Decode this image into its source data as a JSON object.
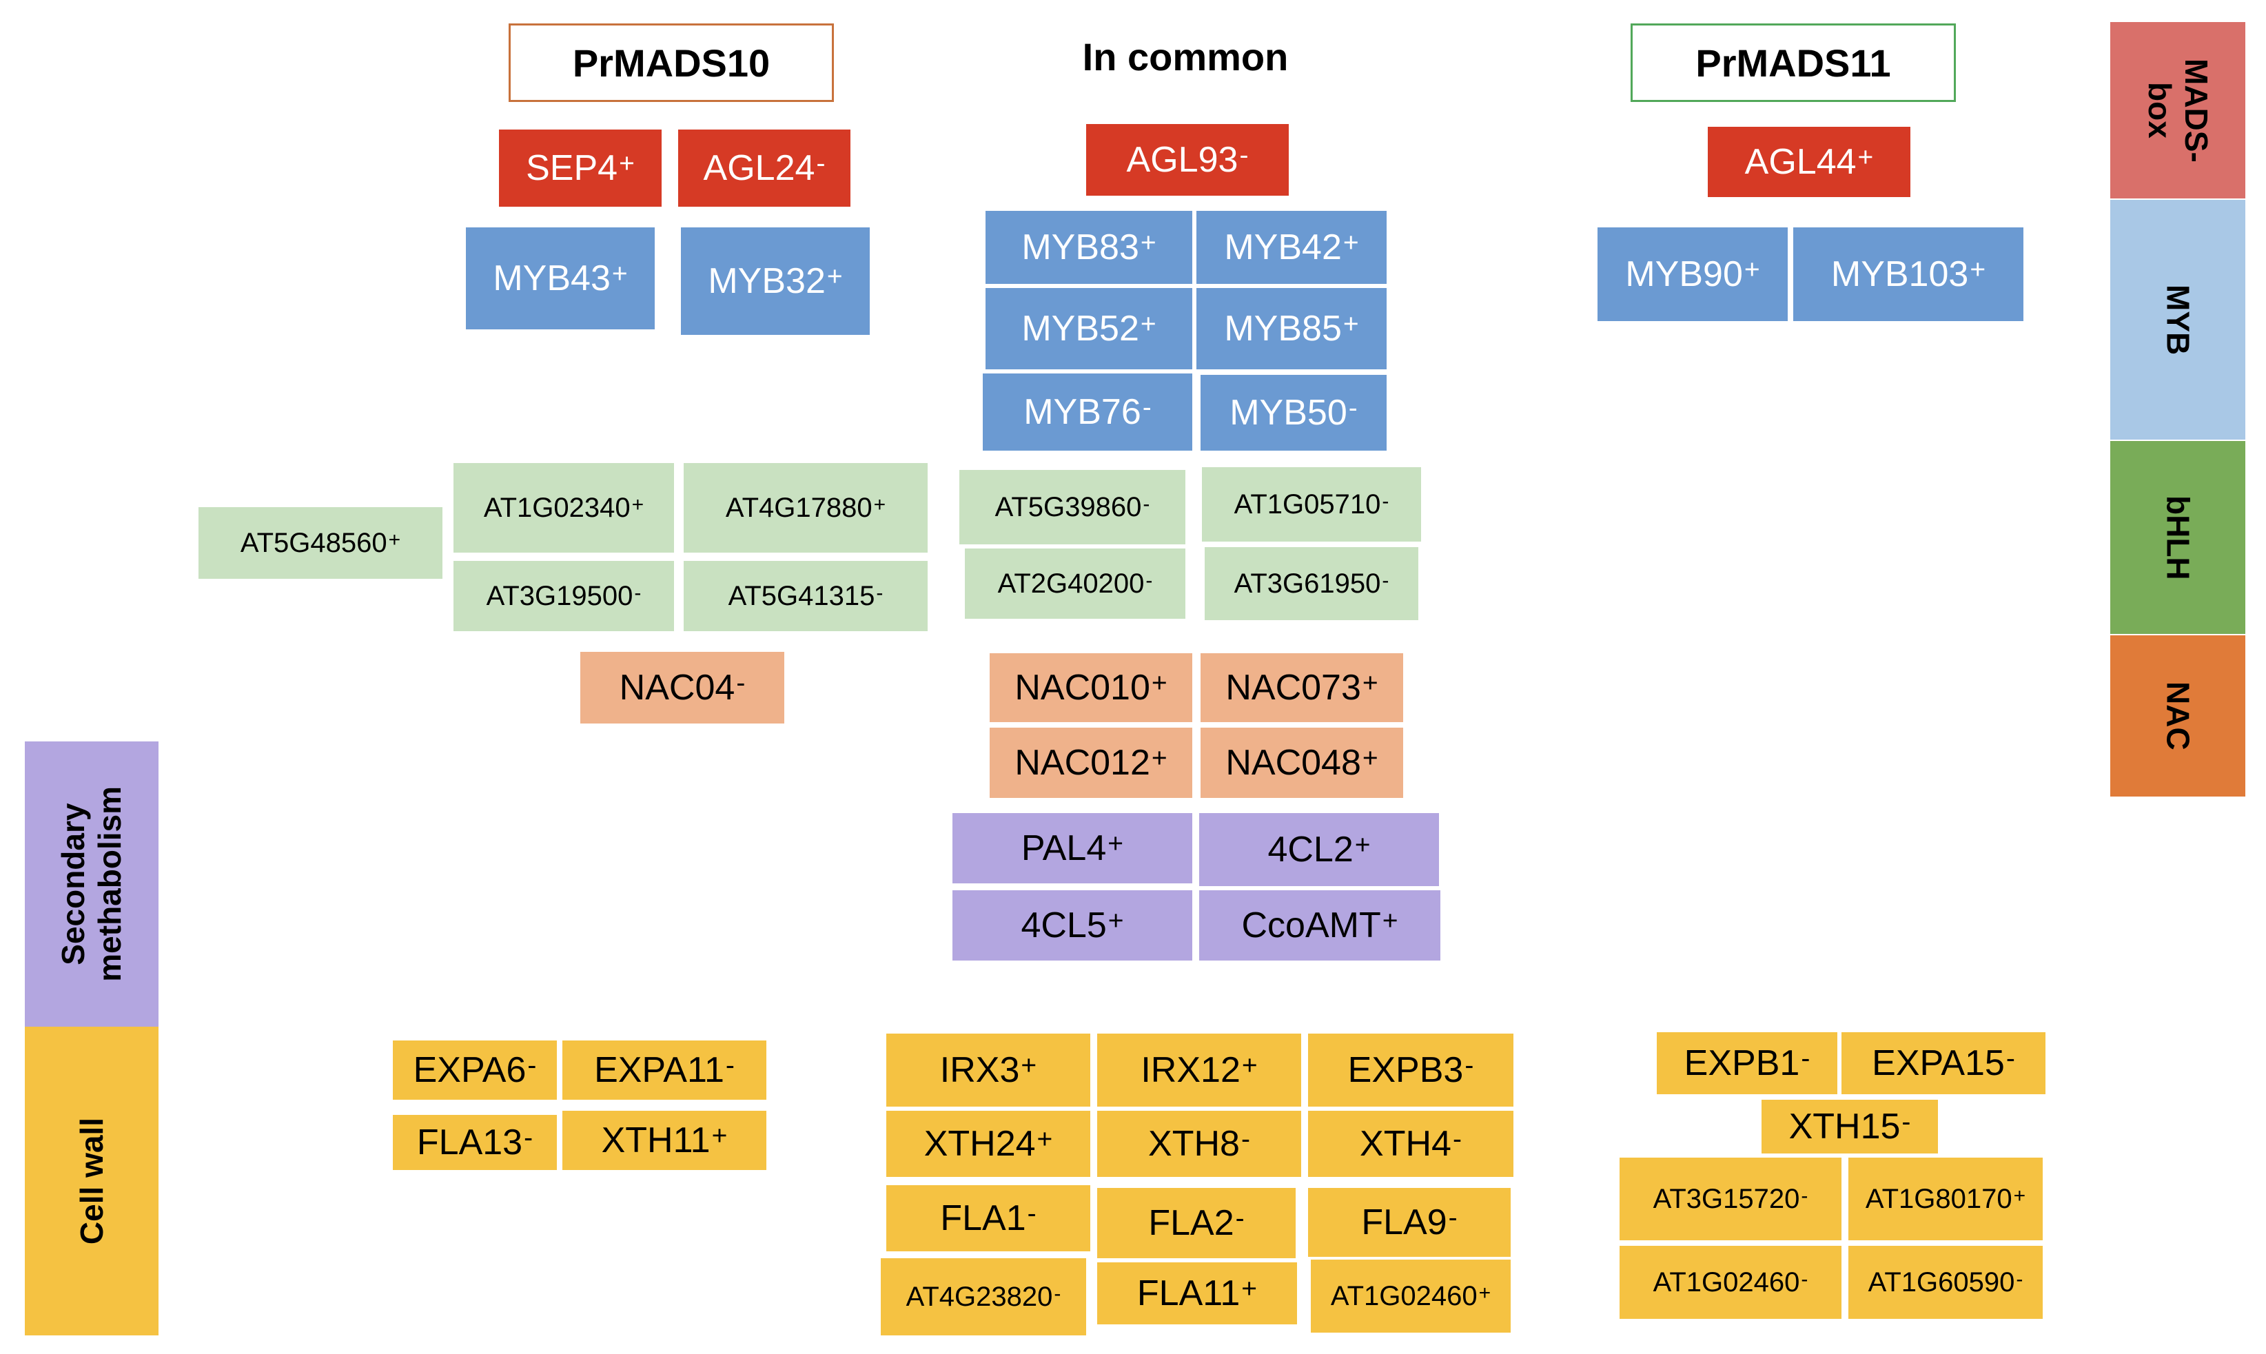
{
  "headers": {
    "left": "PrMADS10",
    "middle": "In common",
    "right": "PrMADS11"
  },
  "categories": {
    "mads_box": "MADS-\nbox",
    "myb": "MYB",
    "bhlh": "bHLH",
    "nac": "NAC",
    "secondary_metabolism": "Secondary\nmethabolism",
    "cell_wall": "Cell wall"
  },
  "colors": {
    "mads_box": "#d63a25",
    "mads_box_category": "#d9706a",
    "myb": "#6b9ad2",
    "myb_category": "#a9c8e6",
    "bhlh": "#c9e1c1",
    "bhlh_category": "#79ac58",
    "nac": "#efb28b",
    "nac_category": "#e07b39",
    "secondary_metabolism": "#b3a6e0",
    "cell_wall": "#f5c242",
    "header_left_border": "#c8723c",
    "header_right_border": "#52a85a"
  },
  "genes": {
    "sep4": {
      "name": "SEP4",
      "sign": "+"
    },
    "agl24": {
      "name": "AGL24",
      "sign": "-"
    },
    "agl93": {
      "name": "AGL93",
      "sign": "-"
    },
    "agl44": {
      "name": "AGL44",
      "sign": "+"
    },
    "myb43": {
      "name": "MYB43",
      "sign": "+"
    },
    "myb32": {
      "name": "MYB32",
      "sign": "+"
    },
    "myb83": {
      "name": "MYB83",
      "sign": "+"
    },
    "myb42": {
      "name": "MYB42",
      "sign": "+"
    },
    "myb52": {
      "name": "MYB52",
      "sign": "+"
    },
    "myb85": {
      "name": "MYB85",
      "sign": "+"
    },
    "myb76": {
      "name": "MYB76",
      "sign": "-"
    },
    "myb50": {
      "name": "MYB50",
      "sign": "-"
    },
    "myb90": {
      "name": "MYB90",
      "sign": "+"
    },
    "myb103": {
      "name": "MYB103",
      "sign": "+"
    },
    "at5g48560": {
      "name": "AT5G48560",
      "sign": "+"
    },
    "at1g02340": {
      "name": "AT1G02340",
      "sign": "+"
    },
    "at4g17880": {
      "name": "AT4G17880",
      "sign": "+"
    },
    "at3g19500": {
      "name": "AT3G19500",
      "sign": "-"
    },
    "at5g41315": {
      "name": "AT5G41315",
      "sign": "-"
    },
    "at5g39860": {
      "name": "AT5G39860",
      "sign": "-"
    },
    "at1g05710": {
      "name": "AT1G05710",
      "sign": "-"
    },
    "at2g40200": {
      "name": "AT2G40200",
      "sign": "-"
    },
    "at3g61950": {
      "name": "AT3G61950",
      "sign": "-"
    },
    "nac04": {
      "name": "NAC04",
      "sign": "-"
    },
    "nac010": {
      "name": "NAC010",
      "sign": "+"
    },
    "nac073": {
      "name": "NAC073",
      "sign": "+"
    },
    "nac012": {
      "name": "NAC012",
      "sign": "+"
    },
    "nac048": {
      "name": "NAC048",
      "sign": "+"
    },
    "pal4": {
      "name": "PAL4",
      "sign": "+"
    },
    "4cl2": {
      "name": "4CL2",
      "sign": "+"
    },
    "4cl5": {
      "name": "4CL5",
      "sign": "+"
    },
    "ccoamt": {
      "name": "CcoAMT",
      "sign": "+"
    },
    "expa6": {
      "name": "EXPA6",
      "sign": "-"
    },
    "expa11": {
      "name": "EXPA11",
      "sign": "-"
    },
    "fla13": {
      "name": "FLA13",
      "sign": "-"
    },
    "xth11": {
      "name": "XTH11",
      "sign": "+"
    },
    "irx3": {
      "name": "IRX3",
      "sign": "+"
    },
    "irx12": {
      "name": "IRX12",
      "sign": "+"
    },
    "expb3": {
      "name": "EXPB3",
      "sign": "-"
    },
    "xth24": {
      "name": "XTH24",
      "sign": "+"
    },
    "xth8": {
      "name": "XTH8",
      "sign": "-"
    },
    "xth4": {
      "name": "XTH4",
      "sign": "-"
    },
    "fla1": {
      "name": "FLA1",
      "sign": "-"
    },
    "fla2": {
      "name": "FLA2",
      "sign": "-"
    },
    "fla9": {
      "name": "FLA9",
      "sign": "-"
    },
    "at4g23820": {
      "name": "AT4G23820",
      "sign": "-"
    },
    "fla11": {
      "name": "FLA11",
      "sign": "+"
    },
    "at1g02460_c": {
      "name": "AT1G02460",
      "sign": "+"
    },
    "expb1": {
      "name": "EXPB1",
      "sign": "-"
    },
    "expa15": {
      "name": "EXPA15",
      "sign": "-"
    },
    "xth15": {
      "name": "XTH15",
      "sign": "-"
    },
    "at3g15720": {
      "name": "AT3G15720",
      "sign": "-"
    },
    "at1g80170": {
      "name": "AT1G80170",
      "sign": "+"
    },
    "at1g02460_r": {
      "name": "AT1G02460",
      "sign": "-"
    },
    "at1g60590": {
      "name": "AT1G60590",
      "sign": "-"
    }
  }
}
